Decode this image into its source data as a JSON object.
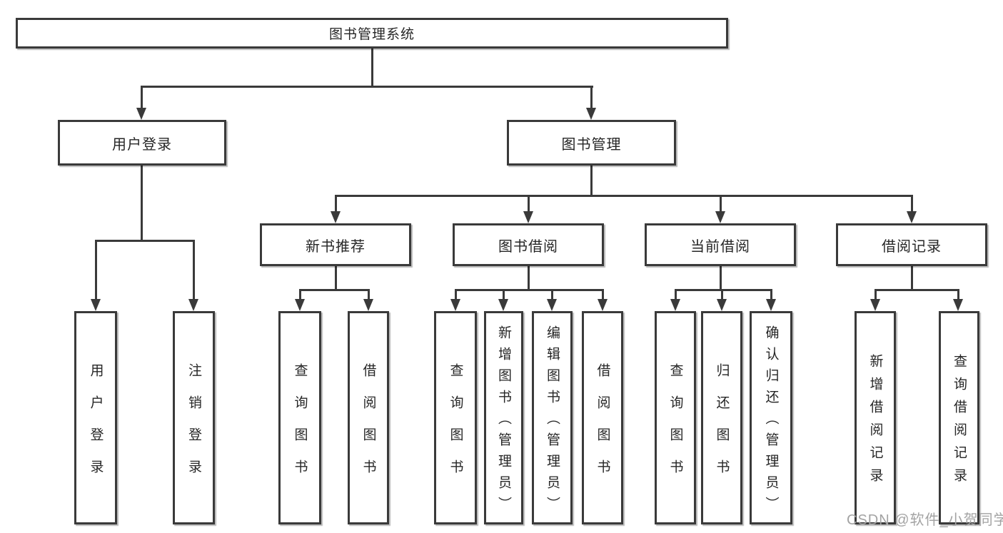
{
  "diagram": {
    "title": "图书管理系统",
    "watermark": "CSDN @软件_小贺同学",
    "colors": {
      "background": "#ffffff",
      "line": "#3a3a3a",
      "box_border": "#3a3a3a",
      "text": "#262626",
      "watermark": "#a3a3a3"
    }
  },
  "tree": {
    "label": "图书管理系统",
    "children": [
      {
        "label": "用户登录",
        "children": [
          {
            "label": "用户登录"
          },
          {
            "label": "注销登录"
          }
        ]
      },
      {
        "label": "图书管理",
        "children": [
          {
            "label": "新书推荐",
            "children": [
              {
                "label": "查询图书"
              },
              {
                "label": "借阅图书"
              }
            ]
          },
          {
            "label": "图书借阅",
            "children": [
              {
                "label": "查询图书"
              },
              {
                "label": "新增图书（管理员）"
              },
              {
                "label": "编辑图书（管理员）"
              },
              {
                "label": "借阅图书"
              }
            ]
          },
          {
            "label": "当前借阅",
            "children": [
              {
                "label": "查询图书"
              },
              {
                "label": "归还图书"
              },
              {
                "label": "确认归还（管理员）"
              }
            ]
          },
          {
            "label": "借阅记录",
            "children": [
              {
                "label": "新增借阅记录"
              },
              {
                "label": "查询借阅记录"
              }
            ]
          }
        ]
      }
    ]
  }
}
